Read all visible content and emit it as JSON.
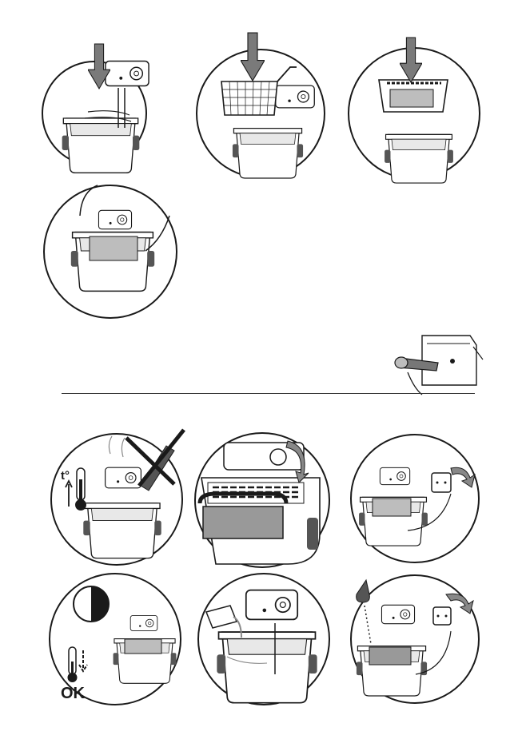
{
  "figures": {
    "row1": [
      {
        "id": "insert-heating-element",
        "icon": "down-arrow"
      },
      {
        "id": "insert-basket",
        "icon": "down-arrow"
      },
      {
        "id": "place-lid",
        "icon": "down-arrow"
      }
    ],
    "row2": [
      {
        "id": "carry-fryer",
        "icon": "hands"
      }
    ],
    "plug_detail": {
      "id": "plug-into-fryer",
      "icon": "plug"
    },
    "row3": [
      {
        "id": "do-not-touch-hot",
        "icon": "crossed-hand",
        "thermometer_label": "t°"
      },
      {
        "id": "turn-thermostat-off",
        "icon": "rotate-arrow"
      },
      {
        "id": "unplug-from-socket",
        "icon": "curved-arrow"
      }
    ],
    "row4": [
      {
        "id": "wait-to-cool",
        "icon": "clock-thermometer",
        "status_label": "OK"
      },
      {
        "id": "fill-with-oil",
        "icon": "oil-bottle"
      },
      {
        "id": "plug-in-and-start",
        "icon": "curved-arrow"
      }
    ]
  },
  "colors": {
    "line": "#1a1a1a",
    "arrow": "#7a7a7a",
    "shade": "#bdbdbd",
    "dark": "#555555"
  }
}
